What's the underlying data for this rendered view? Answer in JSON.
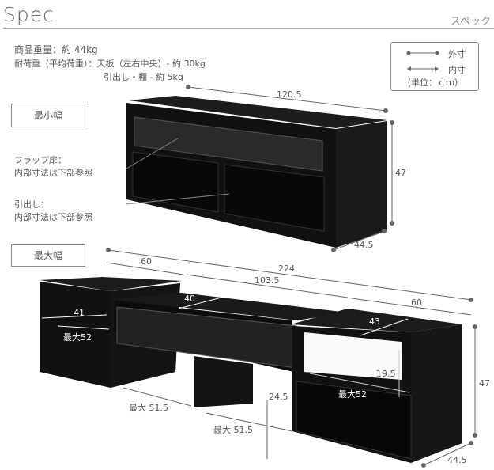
{
  "header": {
    "title": "Spec",
    "subtitle": "スペック"
  },
  "specs": {
    "weight": "商品重量：約 44kg",
    "load_label": "耐荷重（平均荷重）：天板（左右中央）- 約 30kg",
    "load_drawer": "引出し・棚 - 約 5kg"
  },
  "legend": {
    "outer": "外寸",
    "inner": "内寸",
    "unit": "（単位：ｃｍ）"
  },
  "min_section": {
    "label": "最小幅",
    "notes": [
      {
        "line1": "フラップ扉：",
        "line2": "内部寸法は下部参照"
      },
      {
        "line1": "引出し：",
        "line2": "内部寸法は下部参照"
      }
    ],
    "dims": {
      "width": "120.5",
      "height": "47",
      "depth": "44.5"
    }
  },
  "max_section": {
    "label": "最大幅",
    "dims": {
      "total": "224",
      "left": "60",
      "center": "103.5",
      "right": "60",
      "inner_center_depth": "40",
      "left_inner": "41",
      "left_max": "最大52",
      "right_inner": "43",
      "right_shelf": "19.5",
      "right_max": "最大52",
      "gap_left": "最大 51.5",
      "gap_right": "最大 51.5",
      "leg_height": "24.5",
      "height": "47",
      "depth": "44.5"
    }
  },
  "colors": {
    "furniture": "#111111",
    "line": "#666666"
  }
}
